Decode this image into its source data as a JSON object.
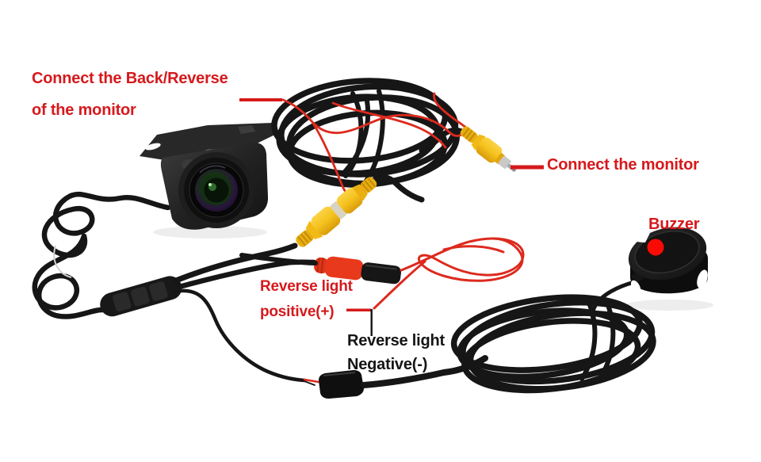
{
  "colors": {
    "background": "#ffffff",
    "label_red": "#d6191c",
    "label_black": "#151515",
    "pointer_red": "#d51a1a",
    "pointer_black": "#141414",
    "wire_black": "#161616",
    "wire_red": "#dd2a1e",
    "rca_yellow": "#f5c21d",
    "power_connector_red": "#e8391c",
    "buzzer_dot": "#fa0a05"
  },
  "labels": {
    "back_reverse": {
      "line1": "Connect the Back/Reverse",
      "line2": "of the monitor"
    },
    "connect_monitor": "Connect the monitor",
    "buzzer": "Buzzer",
    "reverse_light_positive": {
      "line1": "Reverse light",
      "line2": "positive(+)"
    },
    "reverse_light_negative": {
      "line1": "Reverse light",
      "line2": "Negative(-)"
    }
  }
}
